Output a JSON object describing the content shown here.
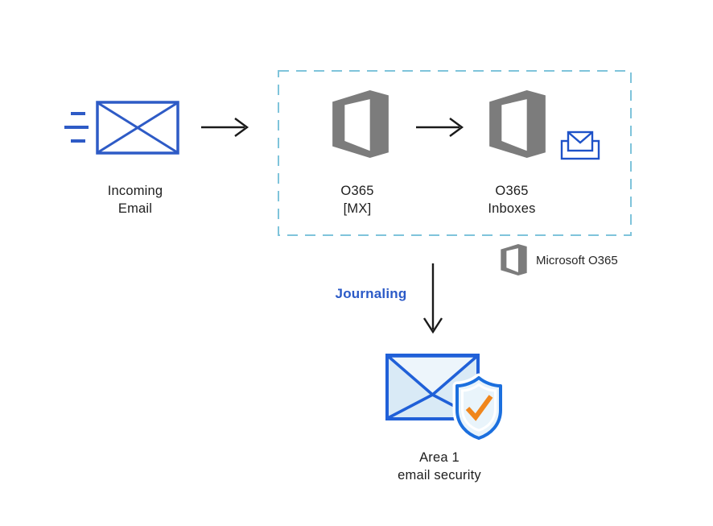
{
  "diagram": {
    "incoming": {
      "line1": "Incoming",
      "line2": "Email"
    },
    "o365_mx": {
      "line1": "O365",
      "line2": "[MX]"
    },
    "o365_inboxes": {
      "line1": "O365",
      "line2": "Inboxes"
    },
    "area1": {
      "line1": "Area 1",
      "line2": "email security"
    },
    "journaling_label": "Journaling",
    "legend_label": "Microsoft O365",
    "colors": {
      "envelope_blue": "#2E5BC6",
      "office_gray": "#7C7C7C",
      "dashed_border_blue": "#7FC4DB",
      "journaling_blue": "#2B5AC7",
      "security_stroke_blue": "#1B6FDE",
      "security_fill_blue": "#D9EAF6",
      "security_flap_blue": "#EDF5FB",
      "shield_fill_blue": "#E9F4FB",
      "check_orange": "#F0861C",
      "arrow_black": "#1A1A1A"
    },
    "icons": {
      "speed_lines": "speed-lines-icon",
      "incoming_envelope": "envelope-icon",
      "arrow_right": "arrow-right-icon",
      "office365": "office365-icon",
      "inbox_tray": "inbox-tray-icon",
      "arrow_down": "arrow-down-icon",
      "secure_envelope": "secure-envelope-icon",
      "shield_check": "shield-check-icon"
    }
  }
}
